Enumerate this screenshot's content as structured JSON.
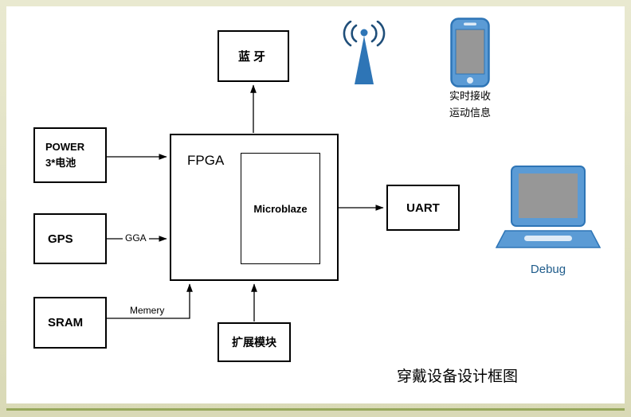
{
  "diagram": {
    "title": "穿戴设备设计框图",
    "nodes": {
      "bluetooth": {
        "label": "蓝牙"
      },
      "power": {
        "line1": "POWER",
        "line2": "3*电池"
      },
      "gps": {
        "label": "GPS"
      },
      "sram": {
        "label": "SRAM"
      },
      "fpga": {
        "label": "FPGA"
      },
      "microblaze": {
        "label": "Microblaze"
      },
      "uart": {
        "label": "UART"
      },
      "expansion": {
        "label": "扩展模块"
      }
    },
    "edges": {
      "gps_to_fpga_label": "GGA",
      "sram_to_fpga_label": "Memery"
    },
    "annotations": {
      "phone_caption_line1": "实时接收",
      "phone_caption_line2": "运动信息",
      "debug": "Debug"
    },
    "colors": {
      "icon_blue_outline": "#2E75B6",
      "icon_blue_fill": "#5B9BD5",
      "wave_dark_blue": "#1F4E79",
      "screen_gray": "#979797",
      "debug_text": "#1F5C8B",
      "frame_tan": "#DEDEC0",
      "accent_green": "#96A85C"
    }
  }
}
